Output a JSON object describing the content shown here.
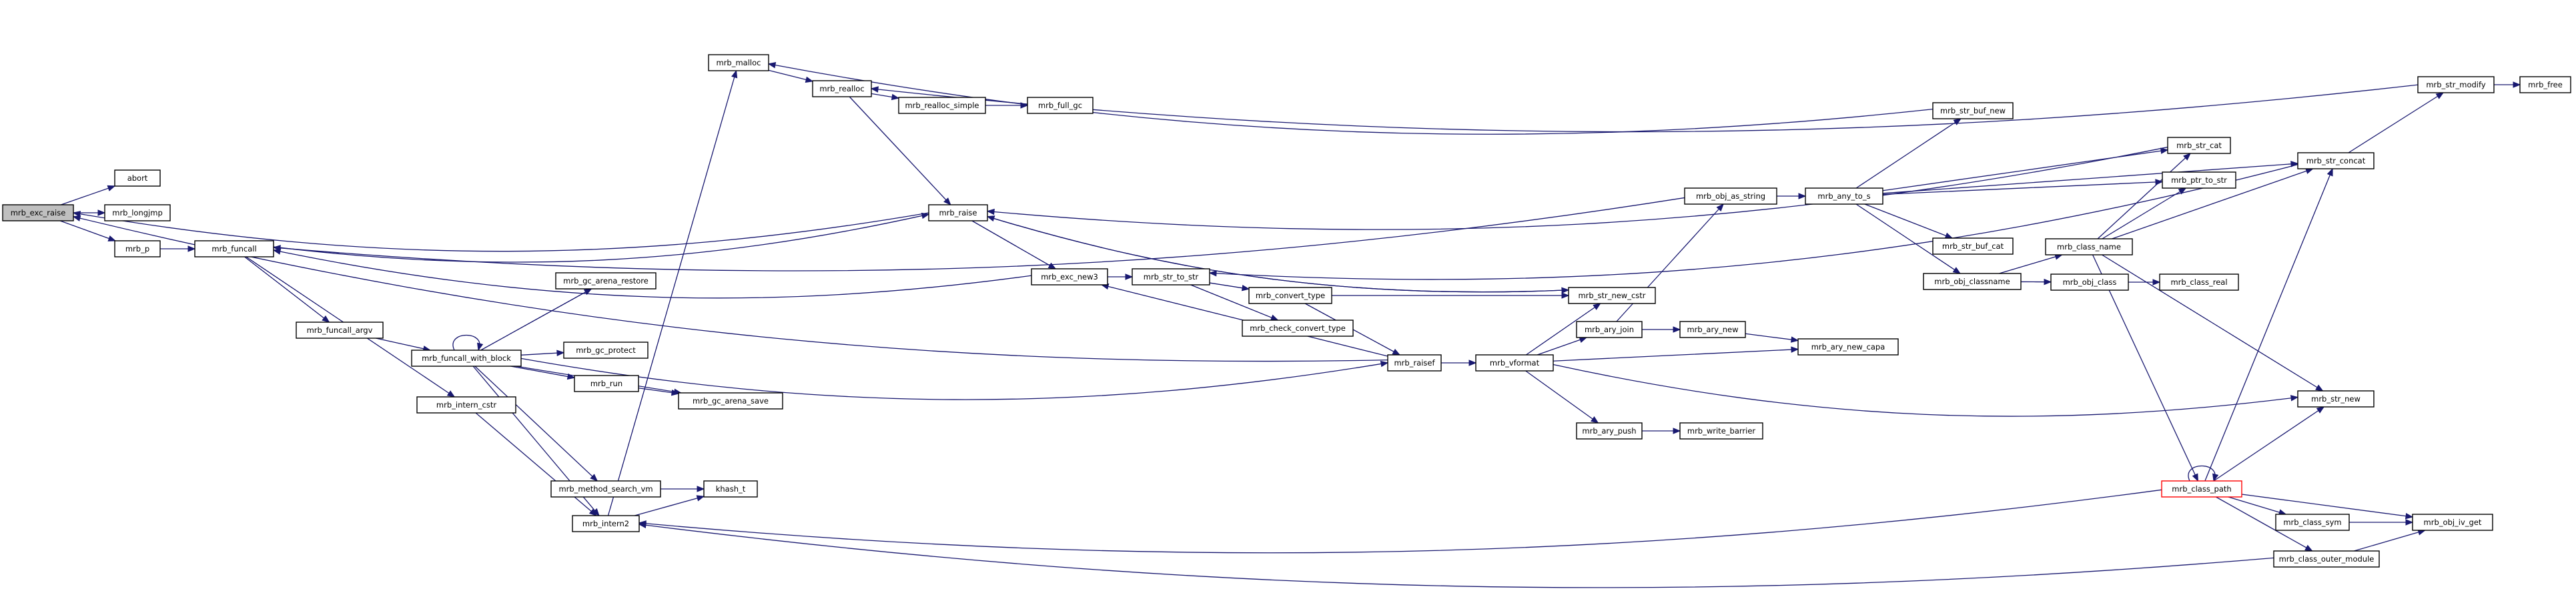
{
  "nodes": {
    "exc_raise": "mrb_exc_raise",
    "abort": "abort",
    "longjmp": "mrb_longjmp",
    "p": "mrb_p",
    "funcall": "mrb_funcall",
    "funcall_argv": "mrb_funcall_argv",
    "funcall_with_block": "mrb_funcall_with_block",
    "gc_arena_restore": "mrb_gc_arena_restore",
    "gc_protect": "mrb_gc_protect",
    "run": "mrb_run",
    "gc_arena_save": "mrb_gc_arena_save",
    "intern_cstr": "mrb_intern_cstr",
    "method_search_vm": "mrb_method_search_vm",
    "khash_t": "khash_t",
    "intern2": "mrb_intern2",
    "malloc": "mrb_malloc",
    "realloc": "mrb_realloc",
    "realloc_simple": "mrb_realloc_simple",
    "full_gc": "mrb_full_gc",
    "raise": "mrb_raise",
    "exc_new3": "mrb_exc_new3",
    "str_to_str": "mrb_str_to_str",
    "convert_type": "mrb_convert_type",
    "check_convert_type": "mrb_check_convert_type",
    "str_new_cstr": "mrb_str_new_cstr",
    "raisef": "mrb_raisef",
    "vformat": "mrb_vformat",
    "ary_join": "mrb_ary_join",
    "ary_new": "mrb_ary_new",
    "ary_new_capa": "mrb_ary_new_capa",
    "ary_push": "mrb_ary_push",
    "write_barrier": "mrb_write_barrier",
    "obj_as_string": "mrb_obj_as_string",
    "any_to_s": "mrb_any_to_s",
    "str_buf_new": "mrb_str_buf_new",
    "str_buf_cat": "mrb_str_buf_cat",
    "obj_classname": "mrb_obj_classname",
    "class_name": "mrb_class_name",
    "obj_class": "mrb_obj_class",
    "class_real": "mrb_class_real",
    "str_cat": "mrb_str_cat",
    "ptr_to_str": "mrb_ptr_to_str",
    "str_concat": "mrb_str_concat",
    "str_modify": "mrb_str_modify",
    "free": "mrb_free",
    "str_new": "mrb_str_new",
    "class_path": "mrb_class_path",
    "class_sym": "mrb_class_sym",
    "obj_iv_get": "mrb_obj_iv_get",
    "class_outer_module": "mrb_class_outer_module"
  },
  "edges": [
    [
      "exc_raise",
      "abort"
    ],
    [
      "exc_raise",
      "longjmp"
    ],
    [
      "exc_raise",
      "p"
    ],
    [
      "p",
      "funcall"
    ],
    [
      "funcall",
      "raise"
    ],
    [
      "funcall",
      "funcall_argv"
    ],
    [
      "funcall",
      "intern_cstr"
    ],
    [
      "funcall_argv",
      "funcall_with_block"
    ],
    [
      "funcall_with_block",
      "funcall_with_block"
    ],
    [
      "funcall_with_block",
      "gc_arena_restore"
    ],
    [
      "funcall_with_block",
      "gc_protect"
    ],
    [
      "funcall_with_block",
      "run"
    ],
    [
      "funcall_with_block",
      "gc_arena_save"
    ],
    [
      "funcall_with_block",
      "method_search_vm"
    ],
    [
      "funcall_with_block",
      "intern2"
    ],
    [
      "funcall_with_block",
      "raisef"
    ],
    [
      "run",
      "gc_arena_save"
    ],
    [
      "intern_cstr",
      "intern2"
    ],
    [
      "method_search_vm",
      "khash_t"
    ],
    [
      "intern2",
      "khash_t"
    ],
    [
      "intern2",
      "malloc"
    ],
    [
      "malloc",
      "realloc"
    ],
    [
      "realloc",
      "realloc_simple"
    ],
    [
      "realloc_simple",
      "full_gc"
    ],
    [
      "realloc",
      "raise"
    ],
    [
      "raise",
      "exc_raise"
    ],
    [
      "raise",
      "exc_new3"
    ],
    [
      "raise",
      "str_new_cstr"
    ],
    [
      "exc_new3",
      "str_to_str"
    ],
    [
      "exc_new3",
      "funcall"
    ],
    [
      "str_to_str",
      "convert_type"
    ],
    [
      "str_to_str",
      "check_convert_type"
    ],
    [
      "convert_type",
      "str_new_cstr"
    ],
    [
      "convert_type",
      "raisef"
    ],
    [
      "str_new_cstr",
      "raise"
    ],
    [
      "raisef",
      "exc_new3"
    ],
    [
      "raisef",
      "vformat"
    ],
    [
      "raisef",
      "exc_raise"
    ],
    [
      "vformat",
      "str_new_cstr"
    ],
    [
      "vformat",
      "ary_join"
    ],
    [
      "vformat",
      "ary_new_capa"
    ],
    [
      "vformat",
      "ary_push"
    ],
    [
      "vformat",
      "str_new"
    ],
    [
      "ary_join",
      "ary_new"
    ],
    [
      "ary_join",
      "obj_as_string"
    ],
    [
      "ary_new",
      "ary_new_capa"
    ],
    [
      "ary_push",
      "write_barrier"
    ],
    [
      "obj_as_string",
      "funcall"
    ],
    [
      "obj_as_string",
      "any_to_s"
    ],
    [
      "any_to_s",
      "str_buf_new"
    ],
    [
      "any_to_s",
      "str_cat"
    ],
    [
      "any_to_s",
      "ptr_to_str"
    ],
    [
      "any_to_s",
      "str_concat"
    ],
    [
      "any_to_s",
      "str_buf_cat"
    ],
    [
      "any_to_s",
      "obj_classname"
    ],
    [
      "str_buf_new",
      "malloc"
    ],
    [
      "str_cat",
      "raise"
    ],
    [
      "obj_classname",
      "class_name"
    ],
    [
      "obj_classname",
      "obj_class"
    ],
    [
      "obj_class",
      "class_real"
    ],
    [
      "class_name",
      "str_cat"
    ],
    [
      "class_name",
      "ptr_to_str"
    ],
    [
      "class_name",
      "str_concat"
    ],
    [
      "class_name",
      "str_new"
    ],
    [
      "class_name",
      "class_path"
    ],
    [
      "str_concat",
      "str_modify"
    ],
    [
      "str_concat",
      "str_to_str"
    ],
    [
      "str_modify",
      "free"
    ],
    [
      "str_modify",
      "realloc"
    ],
    [
      "class_path",
      "class_path"
    ],
    [
      "class_path",
      "str_concat"
    ],
    [
      "class_path",
      "str_new"
    ],
    [
      "class_path",
      "class_sym"
    ],
    [
      "class_path",
      "obj_iv_get"
    ],
    [
      "class_path",
      "class_outer_module"
    ],
    [
      "class_path",
      "intern2"
    ],
    [
      "class_sym",
      "obj_iv_get"
    ],
    [
      "class_outer_module",
      "obj_iv_get"
    ],
    [
      "class_outer_module",
      "intern2"
    ]
  ],
  "root": "exc_raise",
  "truncated": [
    "class_path"
  ],
  "colors": {
    "edge": "#191970",
    "node_border": "#000000",
    "root_fill": "#bfbfbf",
    "truncated_border": "#ff0000",
    "background": "#ffffff"
  }
}
